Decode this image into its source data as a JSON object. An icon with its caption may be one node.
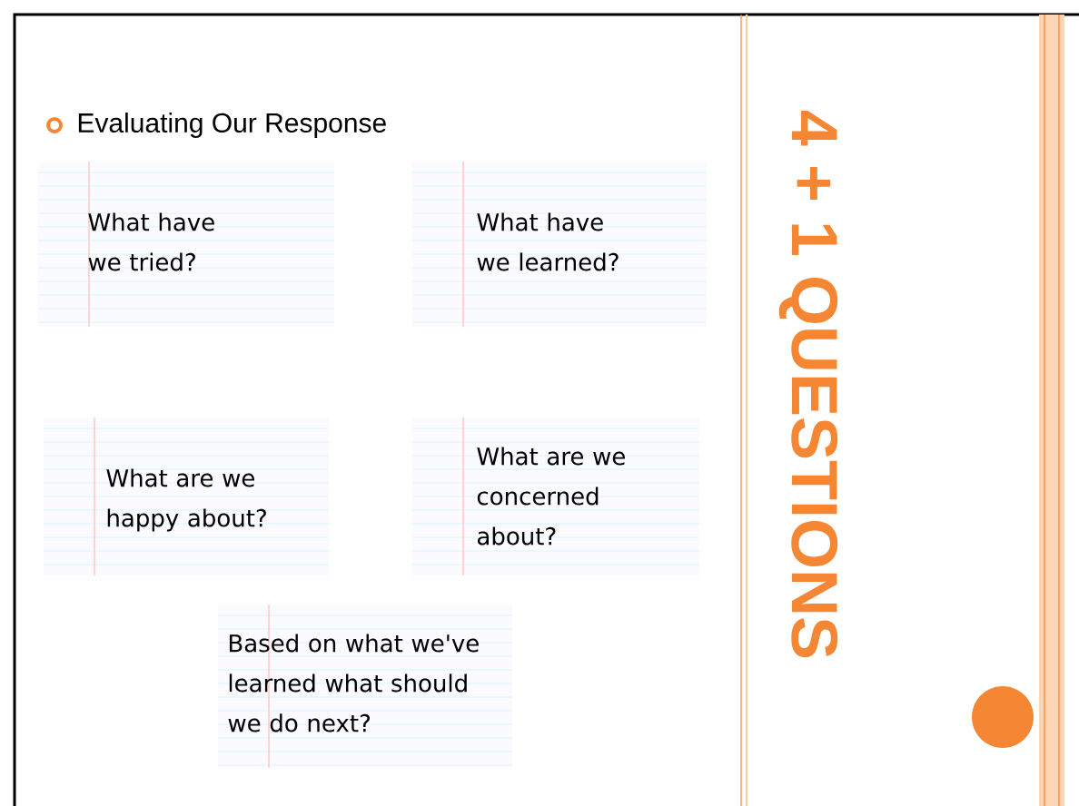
{
  "diagram": {
    "title": "4 + 1 QUESTIONS",
    "nodes": [
      {
        "text": [
          "What have we tried?"
        ]
      },
      {
        "text": [
          "What have we learned?"
        ]
      },
      {
        "text": [
          "What are we happy about?"
        ]
      },
      {
        "text": [
          "What are we concerned about?"
        ]
      },
      {
        "text": [
          "Based on what we've learned what should we do next?"
        ]
      }
    ],
    "labels": [
      "Evaluating Our Response"
    ]
  }
}
